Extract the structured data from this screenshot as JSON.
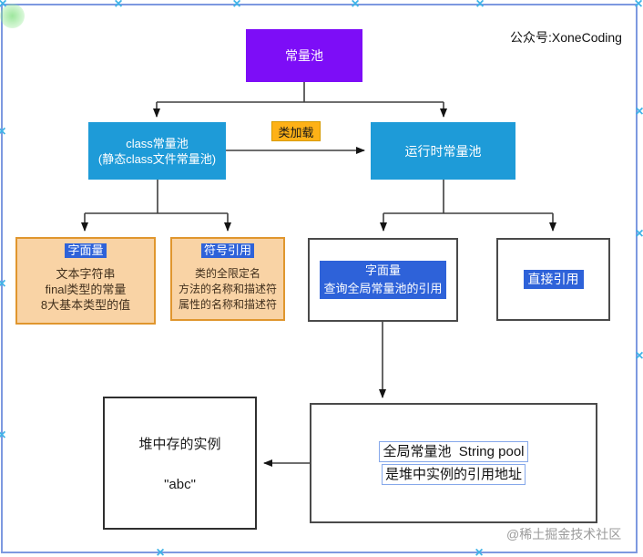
{
  "watermarks": {
    "top": "公众号:XoneCoding",
    "bottom": "@稀土掘金技术社区"
  },
  "icons": {
    "selection_handle": "×"
  },
  "colors": {
    "root_fill": "#7d0df7",
    "pool_fill": "#1e9bd8",
    "edge_label_fill": "#feb117",
    "edge_label_border": "#d79b00",
    "orange_fill": "#f9d3a5",
    "orange_border": "#e0962e",
    "text_highlight_blue": "#2e62d9",
    "selection_border": "#7d99e0",
    "handle_cyan": "#3fb3e8"
  },
  "nodes": {
    "root": {
      "label": "常量池"
    },
    "class_pool": {
      "line1": "class常量池",
      "line2": "(静态class文件常量池)"
    },
    "runtime_pool": {
      "label": "运行时常量池"
    },
    "literal": {
      "title": "字面量",
      "lines": [
        "文本字符串",
        "final类型的常量",
        "8大基本类型的值"
      ]
    },
    "symbol_ref": {
      "title": "符号引用",
      "lines": [
        "类的全限定名",
        "方法的名称和描述符",
        "属性的名称和描述符"
      ]
    },
    "runtime_literal": {
      "line1": "字面量",
      "line2": "查询全局常量池的引用"
    },
    "direct_ref": {
      "label": "直接引用"
    },
    "heap_instance": {
      "line1": "堆中存的实例",
      "line2": "\"abc\""
    },
    "global_pool": {
      "line1": "全局常量池  String pool",
      "line2": "是堆中实例的引用地址"
    }
  },
  "edges": {
    "class_to_runtime_label": "类加载"
  }
}
